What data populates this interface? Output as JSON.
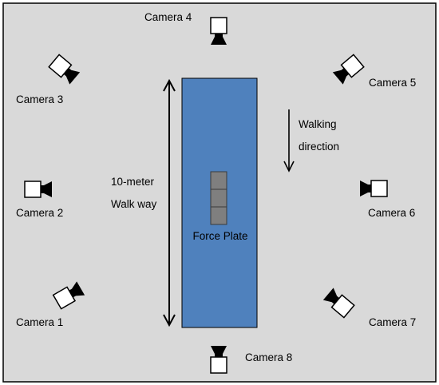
{
  "colors": {
    "background": "#d9d9d9",
    "border": "#000000",
    "walkway": "#4f81bd",
    "force_plate": "#7f7f7f",
    "camera_body": "#ffffff",
    "camera_lens": "#000000"
  },
  "cameras": [
    {
      "id": 1,
      "label": "Camera 1",
      "icon": "camera-icon"
    },
    {
      "id": 2,
      "label": "Camera 2",
      "icon": "camera-icon"
    },
    {
      "id": 3,
      "label": "Camera 3",
      "icon": "camera-icon"
    },
    {
      "id": 4,
      "label": "Camera 4",
      "icon": "camera-icon"
    },
    {
      "id": 5,
      "label": "Camera 5",
      "icon": "camera-icon"
    },
    {
      "id": 6,
      "label": "Camera 6",
      "icon": "camera-icon"
    },
    {
      "id": 7,
      "label": "Camera 7",
      "icon": "camera-icon"
    },
    {
      "id": 8,
      "label": "Camera 8",
      "icon": "camera-icon"
    }
  ],
  "walkway": {
    "label_line1": "10-meter",
    "label_line2": "Walk way"
  },
  "walking_direction": {
    "label_line1": "Walking",
    "label_line2": "direction"
  },
  "force_plate": {
    "label": "Force Plate",
    "segments": 3
  }
}
